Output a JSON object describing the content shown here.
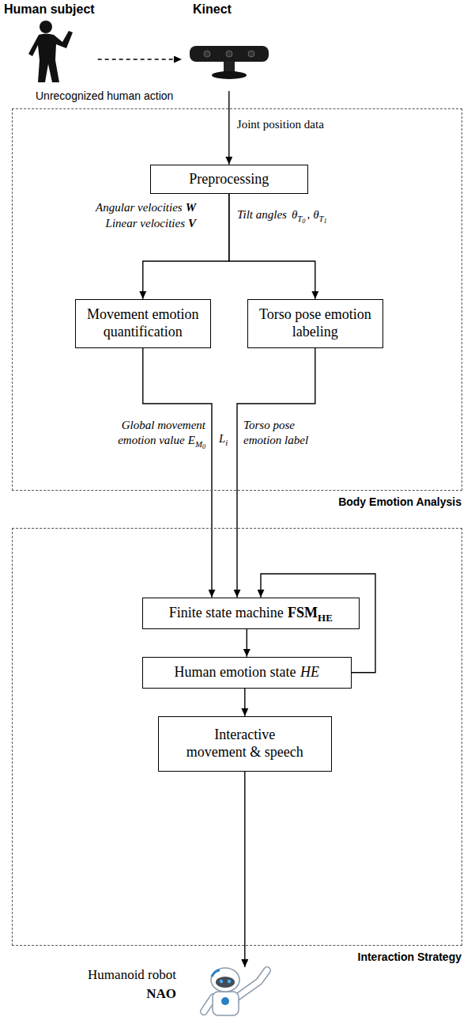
{
  "diagram": {
    "nodes": [
      {
        "text": [
          "Human subject"
        ]
      },
      {
        "text": [
          "Kinect"
        ]
      },
      {
        "text": [
          "Body Emotion Analysis"
        ]
      },
      {
        "text": [
          "Preprocessing"
        ],
        "in": 2
      },
      {
        "text": [
          "Movement emotion quantification"
        ],
        "in": 2
      },
      {
        "text": [
          "Torso pose emotion labeling"
        ],
        "in": 2
      },
      {
        "text": [
          "Interaction Strategy"
        ]
      },
      {
        "text": [
          "Finite state machine",
          "FSM",
          "HE"
        ],
        "in": 6
      },
      {
        "text": [
          "Human emotion state",
          "HE"
        ],
        "in": 6
      },
      {
        "text": [
          "Interactive movement & speech"
        ],
        "in": 6
      },
      {
        "text": [
          "Humanoid robot",
          "NAO"
        ]
      }
    ],
    "edges": [
      {
        "from": 0,
        "to": 1,
        "arrow": "to"
      },
      {
        "from": 1,
        "to": 3,
        "label": "Joint position data",
        "arrow": "to"
      },
      {
        "from": 3,
        "to": 4,
        "arrow": "to"
      },
      {
        "from": 3,
        "to": 5,
        "arrow": "to"
      },
      {
        "from": 4,
        "to": 7,
        "arrow": "to"
      },
      {
        "from": 5,
        "to": 7,
        "arrow": "to"
      },
      {
        "from": 7,
        "to": 8,
        "arrow": "to"
      },
      {
        "from": 8,
        "to": 7,
        "arrow": "to"
      },
      {
        "from": 8,
        "to": 9,
        "arrow": "to"
      },
      {
        "from": 9,
        "to": 10,
        "arrow": "to"
      }
    ],
    "labels": [
      "Unrecognized human action",
      "Angular velocities",
      "W",
      "Linear velocities",
      "V",
      "Tilt angles",
      "θ",
      "T",
      "0",
      ",",
      "θ",
      "T",
      "1",
      "Global movement emotion value",
      "E",
      "M",
      "0",
      "L",
      "i",
      "Torso pose emotion label"
    ]
  }
}
